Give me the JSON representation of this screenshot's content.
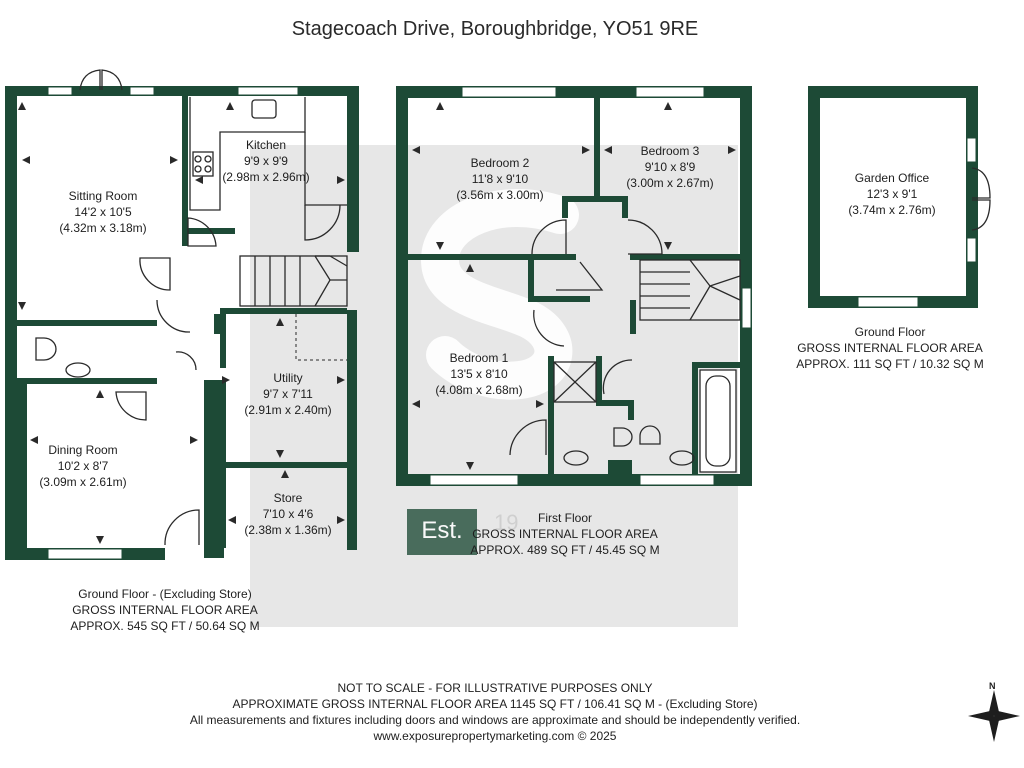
{
  "header": {
    "address": "Stagecoach Drive, Boroughbridge, YO51 9RE"
  },
  "rooms": {
    "sitting": {
      "name": "Sitting Room",
      "imperial": "14'2 x 10'5",
      "metric": "(4.32m x 3.18m)"
    },
    "kitchen": {
      "name": "Kitchen",
      "imperial": "9'9 x 9'9",
      "metric": "(2.98m x 2.96m)"
    },
    "utility": {
      "name": "Utility",
      "imperial": "9'7 x 7'11",
      "metric": "(2.91m x 2.40m)"
    },
    "dining": {
      "name": "Dining Room",
      "imperial": "10'2 x 8'7",
      "metric": "(3.09m x 2.61m)"
    },
    "store": {
      "name": "Store",
      "imperial": "7'10 x 4'6",
      "metric": "(2.38m x 1.36m)"
    },
    "bedroom2": {
      "name": "Bedroom 2",
      "imperial": "11'8 x 9'10",
      "metric": "(3.56m x 3.00m)"
    },
    "bedroom3": {
      "name": "Bedroom 3",
      "imperial": "9'10 x 8'9",
      "metric": "(3.00m x 2.67m)"
    },
    "bedroom1": {
      "name": "Bedroom 1",
      "imperial": "13'5 x 8'10",
      "metric": "(4.08m x 2.68m)"
    },
    "garden_office": {
      "name": "Garden Office",
      "imperial": "12'3 x 9'1",
      "metric": "(3.74m x 2.76m)"
    }
  },
  "floors": {
    "ground": {
      "line1": "Ground Floor - (Excluding Store)",
      "line2": "GROSS INTERNAL FLOOR AREA",
      "line3": "APPROX. 545 SQ FT / 50.64 SQ M"
    },
    "first": {
      "line1": "First Floor",
      "line2": "GROSS INTERNAL FLOOR AREA",
      "line3": "APPROX. 489 SQ FT / 45.45 SQ M"
    },
    "office": {
      "line1": "Ground Floor",
      "line2": "GROSS INTERNAL FLOOR AREA",
      "line3": "APPROX. 111 SQ FT / 10.32 SQ M"
    }
  },
  "watermark": {
    "est": "Est.",
    "year_partial": "19"
  },
  "footer": {
    "line1": "NOT TO SCALE - FOR ILLUSTRATIVE PURPOSES ONLY",
    "line2": "APPROXIMATE GROSS INTERNAL FLOOR AREA 1145 SQ FT / 106.41 SQ M - (Excluding Store)",
    "line3": "All measurements and fixtures including doors and windows are approximate and should be independently verified.",
    "line4": "www.exposurepropertymarketing.com © 2025"
  },
  "compass": {
    "north_label": "N"
  },
  "colors": {
    "wall": "#1d4a36",
    "watermark": "#e2e2e2"
  }
}
